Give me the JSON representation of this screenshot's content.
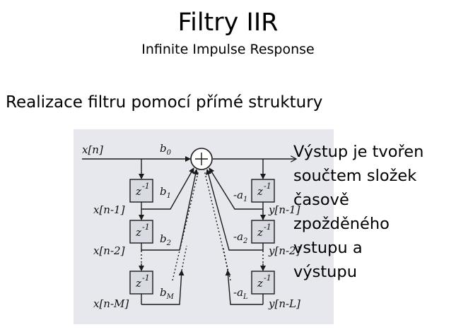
{
  "header": {
    "title": "Filtry IIR",
    "subtitle": "Infinite Impulse Response"
  },
  "section": {
    "heading": "Realizace filtru pomocí přímé struktury"
  },
  "diagram": {
    "delay_label": "z",
    "delay_exponent": "-1",
    "labels": {
      "input": "x[n]",
      "x1": "x[n-1]",
      "x2": "x[n-2]",
      "xM": "x[n-M]",
      "y1": "y[n-1]",
      "y2": "y[n-2]",
      "yL": "y[n-L]"
    },
    "coefficients": {
      "b0": "b0",
      "b1": "b1",
      "b2": "b2",
      "bM": "bM",
      "a1": "-a1",
      "a2": "-a2",
      "aL": "-aL"
    },
    "colors": {
      "background": "#e6e8ee",
      "line": "#1a1a1a",
      "box": "#d9dbe2"
    }
  },
  "note": {
    "lines": [
      "Výstup je tvořen",
      "součtem složek",
      "časově",
      "zpožděného",
      "vstupu a",
      "výstupu"
    ]
  }
}
